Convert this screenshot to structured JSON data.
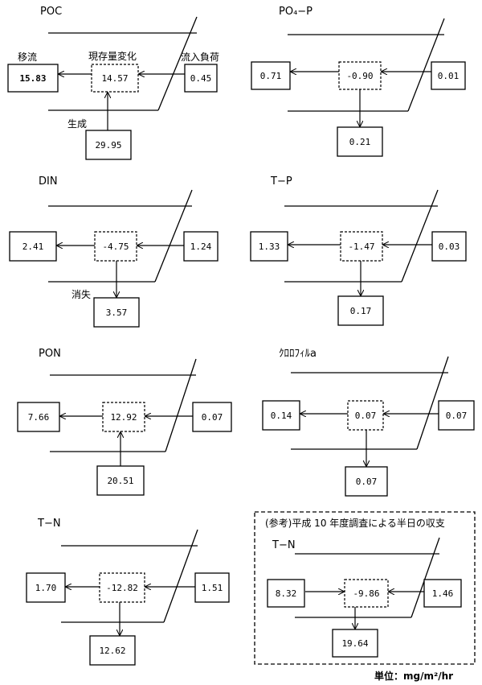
{
  "unit_label": "単位：mg/m²/hr",
  "panels": {
    "poc": {
      "title": "POC",
      "label_export": "移流",
      "label_change": "現存量変化",
      "label_inflow": "流入負荷",
      "label_production": "生成",
      "export": "15.83",
      "change": "14.57",
      "inflow": "0.45",
      "production": "29.95"
    },
    "po4p": {
      "title": "PO₄−P",
      "export": "0.71",
      "change": "-0.90",
      "inflow": "0.01",
      "loss": "0.21"
    },
    "din": {
      "title": "DIN",
      "label_loss": "消失",
      "export": "2.41",
      "change": "-4.75",
      "inflow": "1.24",
      "loss": "3.57"
    },
    "tp": {
      "title": "T−P",
      "export": "1.33",
      "change": "-1.47",
      "inflow": "0.03",
      "loss": "0.17"
    },
    "pon": {
      "title": "PON",
      "export": "7.66",
      "change": "12.92",
      "inflow": "0.07",
      "production": "20.51"
    },
    "chla": {
      "title": "ｸﾛﾛﾌｨﾙa",
      "export": "0.14",
      "change": "0.07",
      "inflow": "0.07",
      "loss": "0.07"
    },
    "tn": {
      "title": "T−N",
      "export": "1.70",
      "change": "-12.82",
      "inflow": "1.51",
      "loss": "12.62"
    },
    "ref": {
      "heading": "(参考)平成 10 年度調査による半日の収支",
      "title": "T−N",
      "import": "8.32",
      "change": "-9.86",
      "inflow": "1.46",
      "loss": "19.64"
    }
  }
}
